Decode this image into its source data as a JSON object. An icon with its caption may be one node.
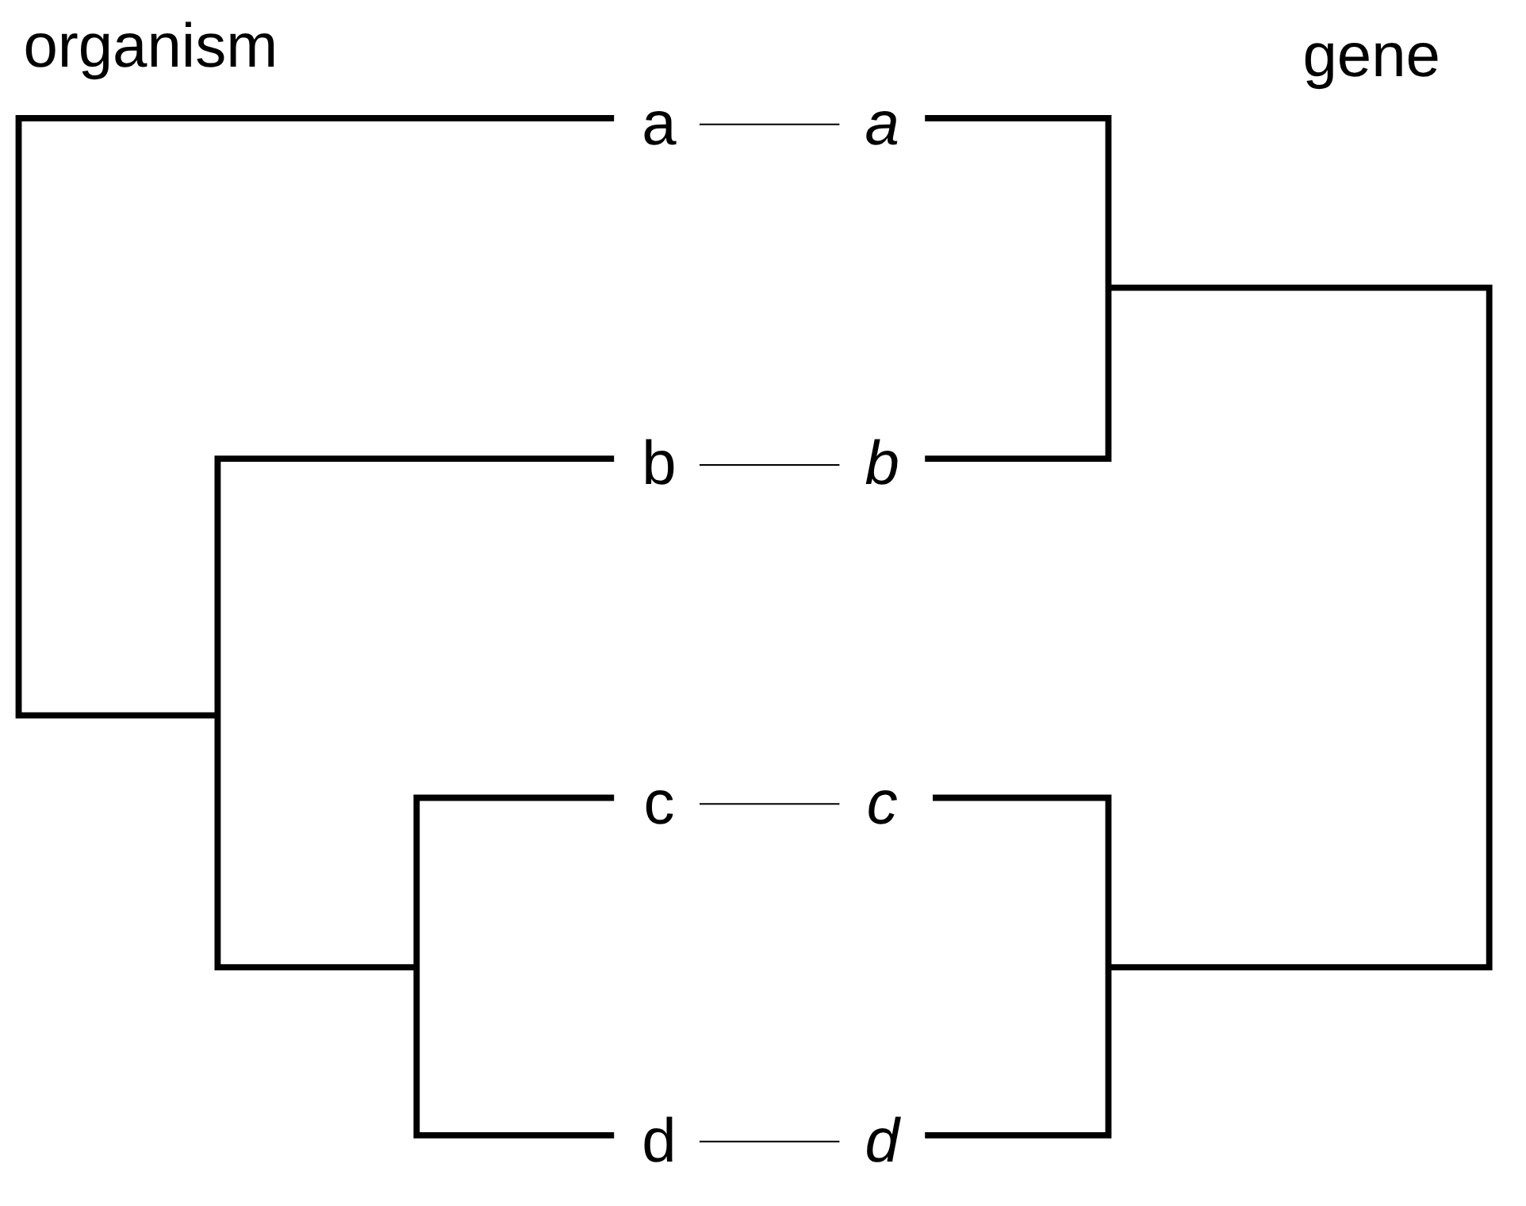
{
  "diagram": {
    "nodes": [
      {
        "text": [
          "a"
        ]
      },
      {
        "text": [
          "b"
        ]
      },
      {
        "text": [
          "c"
        ]
      },
      {
        "text": [
          "d"
        ]
      },
      {
        "text": [
          "a"
        ]
      },
      {
        "text": [
          "b"
        ]
      },
      {
        "text": [
          "c"
        ]
      },
      {
        "text": [
          "d"
        ]
      }
    ],
    "edges": [
      {
        "from": 0,
        "to": 4,
        "arrow": "none"
      },
      {
        "from": 1,
        "to": 5,
        "arrow": "none"
      },
      {
        "from": 2,
        "to": 6,
        "arrow": "none"
      },
      {
        "from": 3,
        "to": 7,
        "arrow": "none"
      }
    ],
    "labels": [
      "organism",
      "gene"
    ]
  }
}
